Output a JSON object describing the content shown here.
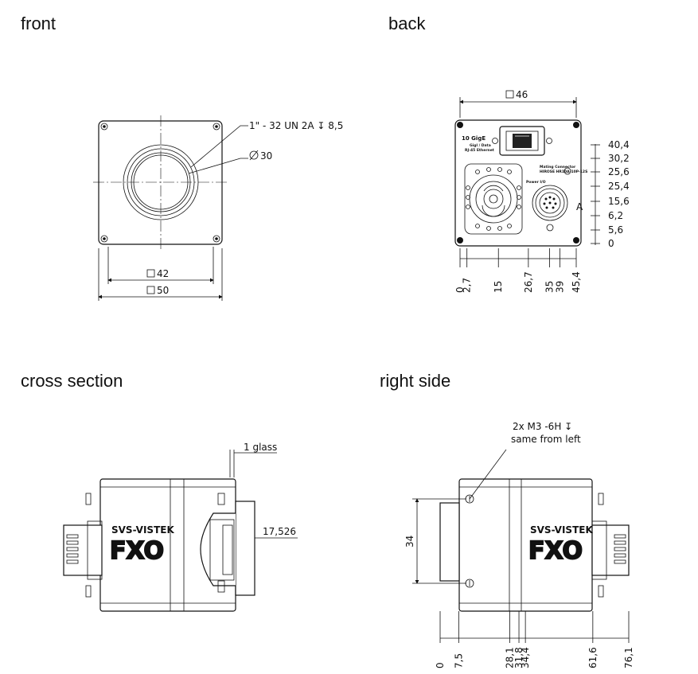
{
  "views": {
    "front": "front",
    "back": "back",
    "cross_section": "cross section",
    "right_side": "right side"
  },
  "front": {
    "thread": "1\" - 32 UN 2A ↧ 8,5",
    "diameter": "30",
    "inner_square": "42",
    "outer_square": "50"
  },
  "back": {
    "width": "46",
    "label_10gige": "10 GigE",
    "label_gbps": "Gigl / Data",
    "label_rj45": "RJ-45 Ethernet",
    "label_mating": "Mating Connector",
    "label_hirose": "HIROSE HR10A-10P-12S",
    "label_power": "Power I/O",
    "point_a": "A",
    "right_dims": [
      "40,4",
      "30,2",
      "25,6",
      "25,4",
      "15,6",
      "6,2",
      "5,6",
      "0"
    ],
    "bottom_dims": [
      "0",
      "2,7",
      "15",
      "26,7",
      "35",
      "39",
      "45,4"
    ]
  },
  "cross_section": {
    "glass": "1 glass",
    "flange": "17,526"
  },
  "right_side": {
    "screw_note_1": "2x M3 -6H ↧",
    "screw_note_2": "same from left",
    "height": "34",
    "bottom_dims": [
      "0",
      "7,5",
      "28,1",
      "31,8",
      "34,4",
      "61,6",
      "76,1"
    ]
  },
  "brand": {
    "maker": "SVS-VISTEK",
    "model": "FXO"
  }
}
